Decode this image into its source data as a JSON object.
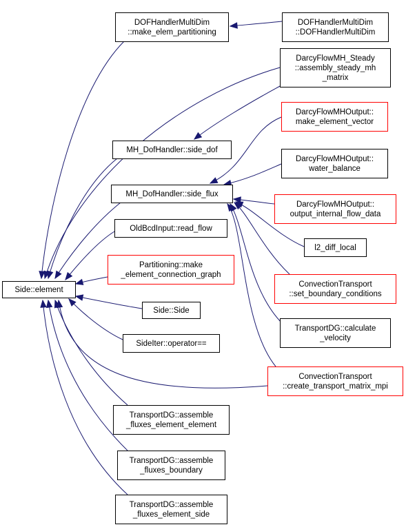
{
  "colors": {
    "edge": "#191970",
    "border_default": "#000000",
    "border_incomplete": "#ff0000",
    "root_fill": "#bfbfbf"
  },
  "nodes": [
    {
      "id": "side-element",
      "lines": [
        "Side::element"
      ],
      "border": "default",
      "root": true
    },
    {
      "id": "dofh-make-elem-partitioning",
      "lines": [
        "DOFHandlerMultiDim",
        "::make_elem_partitioning"
      ],
      "border": "default"
    },
    {
      "id": "dofh-constructor",
      "lines": [
        "DOFHandlerMultiDim",
        "::DOFHandlerMultiDim"
      ],
      "border": "default"
    },
    {
      "id": "darcy-assembly-steady",
      "lines": [
        "DarcyFlowMH_Steady",
        "::assembly_steady_mh",
        "_matrix"
      ],
      "border": "default"
    },
    {
      "id": "mh-side-dof",
      "lines": [
        "MH_DofHandler::side_dof"
      ],
      "border": "default"
    },
    {
      "id": "darcy-output-make-element-vector",
      "lines": [
        "DarcyFlowMHOutput::",
        "make_element_vector"
      ],
      "border": "red"
    },
    {
      "id": "darcy-output-water-balance",
      "lines": [
        "DarcyFlowMHOutput::",
        "water_balance"
      ],
      "border": "default"
    },
    {
      "id": "mh-side-flux",
      "lines": [
        "MH_DofHandler::side_flux"
      ],
      "border": "default"
    },
    {
      "id": "darcy-output-internal-flow",
      "lines": [
        "DarcyFlowMHOutput::",
        "output_internal_flow_data"
      ],
      "border": "red"
    },
    {
      "id": "old-bcd-read-flow",
      "lines": [
        "OldBcdInput::read_flow"
      ],
      "border": "default"
    },
    {
      "id": "l2-diff-local",
      "lines": [
        "l2_diff_local"
      ],
      "border": "default"
    },
    {
      "id": "partitioning-make-graph",
      "lines": [
        "Partitioning::make",
        "_element_connection_graph"
      ],
      "border": "red"
    },
    {
      "id": "convection-set-boundary",
      "lines": [
        "ConvectionTransport",
        "::set_boundary_conditions"
      ],
      "border": "red"
    },
    {
      "id": "side-side",
      "lines": [
        "Side::Side"
      ],
      "border": "default"
    },
    {
      "id": "transportdg-calc-velocity",
      "lines": [
        "TransportDG::calculate",
        "_velocity"
      ],
      "border": "default"
    },
    {
      "id": "sideiter-operator-eq",
      "lines": [
        "SideIter::operator=="
      ],
      "border": "default"
    },
    {
      "id": "convection-create-matrix-mpi",
      "lines": [
        "ConvectionTransport",
        "::create_transport_matrix_mpi"
      ],
      "border": "red"
    },
    {
      "id": "transportdg-assemble-elem-elem",
      "lines": [
        "TransportDG::assemble",
        "_fluxes_element_element"
      ],
      "border": "default"
    },
    {
      "id": "transportdg-assemble-boundary",
      "lines": [
        "TransportDG::assemble",
        "_fluxes_boundary"
      ],
      "border": "default"
    },
    {
      "id": "transportdg-assemble-elem-side",
      "lines": [
        "TransportDG::assemble",
        "_fluxes_element_side"
      ],
      "border": "default"
    }
  ],
  "edges": [
    {
      "from": "dofh-make-elem-partitioning",
      "to": "side-element"
    },
    {
      "from": "dofh-constructor",
      "to": "dofh-make-elem-partitioning"
    },
    {
      "from": "darcy-assembly-steady",
      "to": "side-element"
    },
    {
      "from": "darcy-assembly-steady",
      "to": "mh-side-dof"
    },
    {
      "from": "mh-side-dof",
      "to": "side-element"
    },
    {
      "from": "mh-side-flux",
      "to": "side-element"
    },
    {
      "from": "darcy-output-make-element-vector",
      "to": "mh-side-flux"
    },
    {
      "from": "darcy-output-water-balance",
      "to": "mh-side-flux"
    },
    {
      "from": "darcy-output-internal-flow",
      "to": "mh-side-flux"
    },
    {
      "from": "l2-diff-local",
      "to": "mh-side-flux"
    },
    {
      "from": "convection-set-boundary",
      "to": "mh-side-flux"
    },
    {
      "from": "transportdg-calc-velocity",
      "to": "mh-side-flux"
    },
    {
      "from": "convection-create-matrix-mpi",
      "to": "mh-side-flux"
    },
    {
      "from": "old-bcd-read-flow",
      "to": "side-element"
    },
    {
      "from": "partitioning-make-graph",
      "to": "side-element"
    },
    {
      "from": "side-side",
      "to": "side-element"
    },
    {
      "from": "sideiter-operator-eq",
      "to": "side-element"
    },
    {
      "from": "convection-create-matrix-mpi",
      "to": "side-element"
    },
    {
      "from": "transportdg-assemble-elem-elem",
      "to": "side-element"
    },
    {
      "from": "transportdg-assemble-boundary",
      "to": "side-element"
    },
    {
      "from": "transportdg-assemble-elem-side",
      "to": "side-element"
    }
  ]
}
